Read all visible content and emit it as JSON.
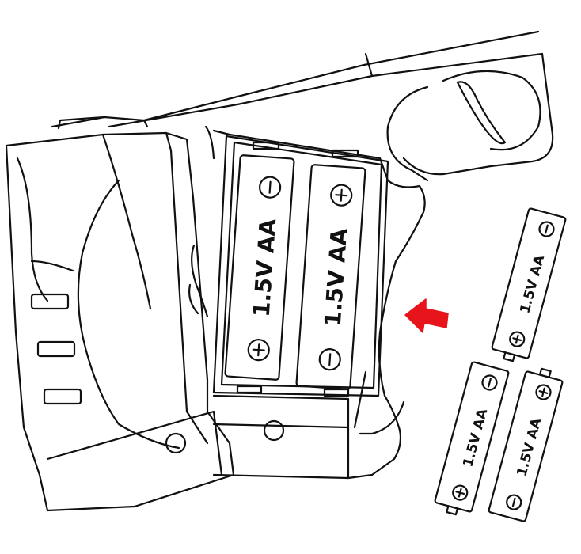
{
  "battery_label": "1.5V AA",
  "plus_symbol": "+",
  "minus_symbol": "−",
  "colors": {
    "line": "#111111",
    "background": "#ffffff",
    "arrow": "#e8141c"
  },
  "installed_batteries": [
    {
      "label": "1.5V AA",
      "top_terminal": "minus",
      "bottom_terminal": "plus"
    },
    {
      "label": "1.5V AA",
      "top_terminal": "plus",
      "bottom_terminal": "minus"
    }
  ],
  "loose_batteries": [
    {
      "label": "1.5V AA",
      "top_terminal": "minus",
      "bottom_terminal": "plus"
    },
    {
      "label": "1.5V AA",
      "top_terminal": "minus",
      "bottom_terminal": "plus"
    },
    {
      "label": "1.5V AA",
      "top_terminal": "plus",
      "bottom_terminal": "minus"
    }
  ],
  "icons": [
    "gun-outline",
    "battery-compartment",
    "insert-arrow-icon"
  ]
}
